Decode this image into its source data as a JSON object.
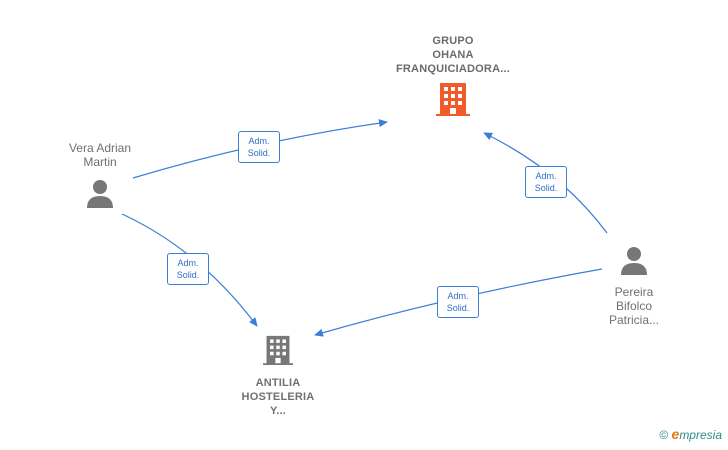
{
  "nodes": {
    "grupo_ohana": {
      "name_lines": [
        "GRUPO",
        "OHANA",
        "FRANQUICIADORA..."
      ],
      "kind": "company",
      "icon": "building-icon",
      "color": "#f15a2b"
    },
    "vera_adrian": {
      "name_lines": [
        "Vera Adrian",
        "Martin"
      ],
      "kind": "person",
      "icon": "person-icon",
      "color": "#777777"
    },
    "pereira_bifolco": {
      "name_lines": [
        "Pereira",
        "Bifolco",
        "Patricia..."
      ],
      "kind": "person",
      "icon": "person-icon",
      "color": "#777777"
    },
    "antilia": {
      "name_lines": [
        "ANTILIA",
        "HOSTELERIA",
        "Y..."
      ],
      "kind": "company",
      "icon": "building-icon",
      "color": "#777777"
    }
  },
  "edges": [
    {
      "from": "vera_adrian",
      "to": "grupo_ohana",
      "label_lines": [
        "Adm.",
        "Solid."
      ]
    },
    {
      "from": "vera_adrian",
      "to": "antilia",
      "label_lines": [
        "Adm.",
        "Solid."
      ]
    },
    {
      "from": "pereira_bifolco",
      "to": "grupo_ohana",
      "label_lines": [
        "Adm.",
        "Solid."
      ]
    },
    {
      "from": "pereira_bifolco",
      "to": "antilia",
      "label_lines": [
        "Adm.",
        "Solid."
      ]
    }
  ],
  "edge_color": "#3a7fd5",
  "watermark": {
    "copyright": "©",
    "brand_initial": "e",
    "brand_rest": "mpresia"
  }
}
